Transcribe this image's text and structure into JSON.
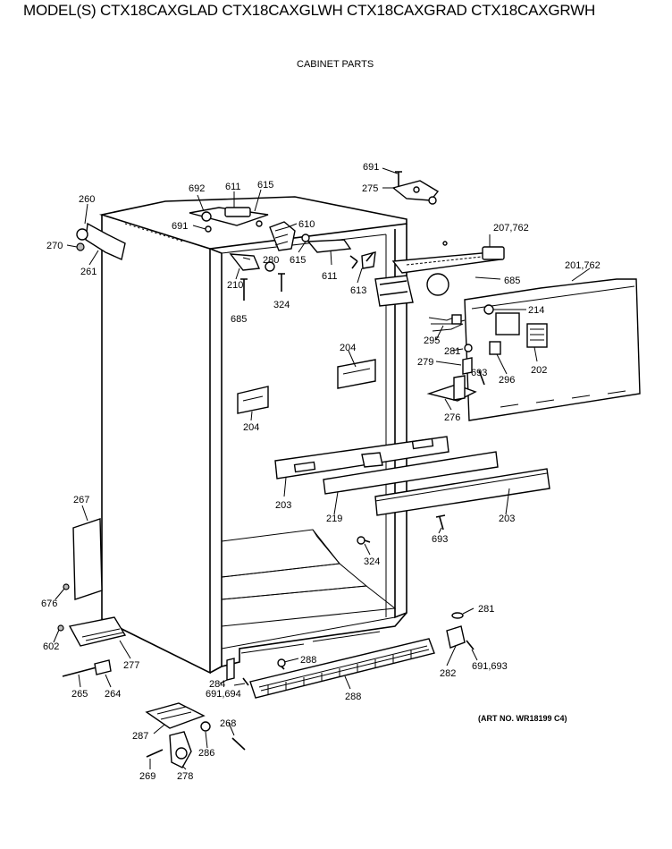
{
  "header": {
    "models": "MODEL(S) CTX18CAXGLAD  CTX18CAXGLWH  CTX18CAXGRAD  CTX18CAXGRWH",
    "section": "CABINET PARTS"
  },
  "footer": {
    "art_no": "(ART NO. WR18199 C4)"
  },
  "callouts": [
    "691",
    "275",
    "692",
    "611",
    "615",
    "260",
    "691",
    "610",
    "207,762",
    "270",
    "261",
    "280",
    "615",
    "611",
    "210",
    "613",
    "685",
    "201,762",
    "685",
    "324",
    "214",
    "295",
    "281",
    "279",
    "693",
    "204",
    "202",
    "296",
    "204",
    "276",
    "203",
    "219",
    "203",
    "267",
    "693",
    "324",
    "676",
    "281",
    "602",
    "277",
    "288",
    "282",
    "691,693",
    "265",
    "264",
    "284",
    "691,694",
    "288",
    "287",
    "268",
    "286",
    "269",
    "278"
  ]
}
